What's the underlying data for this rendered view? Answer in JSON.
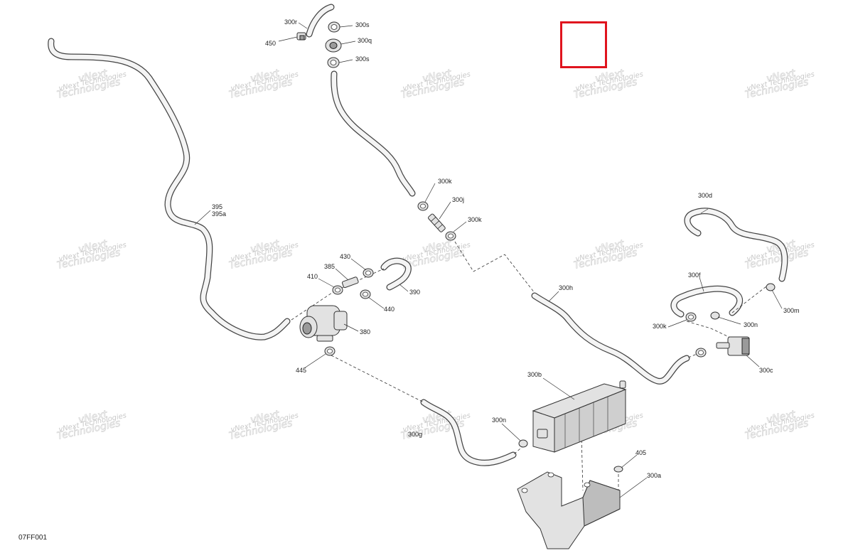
{
  "diagram_code": "07FF001",
  "watermark": {
    "line1": "vNext",
    "line2": "Technologies",
    "small": "vNext Technologies"
  },
  "parts": {
    "p300r": "300r",
    "p450": "450",
    "p300s_top": "300s",
    "p300q": "300q",
    "p300s_bottom": "300s",
    "p395": "395",
    "p395a": "395a",
    "p300k_top": "300k",
    "p300j": "300j",
    "p300k_mid": "300k",
    "p300d": "300d",
    "p430": "430",
    "p385": "385",
    "p410": "410",
    "p390": "390",
    "p440": "440",
    "p380": "380",
    "p445": "445",
    "p300h": "300h",
    "p300f": "300f",
    "p300m": "300m",
    "p300k_right": "300k",
    "p300n_right": "300n",
    "p300c": "300c",
    "p300b": "300b",
    "p300n_bottom": "300n",
    "p300g": "300g",
    "p405": "405",
    "p300a": "300a"
  },
  "colors": {
    "selection": "#e0141e",
    "line": "#333333",
    "hose_fill": "#f4f4f4"
  }
}
